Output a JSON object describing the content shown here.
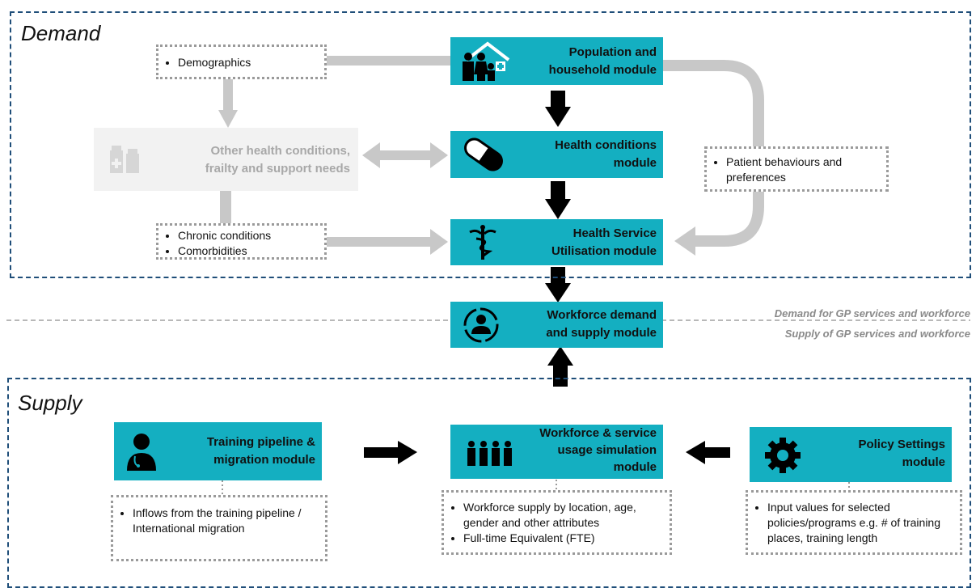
{
  "sections": {
    "demand_label": "Demand",
    "supply_label": "Supply"
  },
  "modules": {
    "population": {
      "line1": "Population and",
      "line2": "household module",
      "icon": "family-house-icon"
    },
    "health_conditions": {
      "line1": "Health conditions",
      "line2": "module",
      "icon": "pill-capsule-icon"
    },
    "utilisation": {
      "line1": "Health Service",
      "line2": "Utilisation module",
      "icon": "caduceus-icon"
    },
    "workforce_ds": {
      "line1": "Workforce demand",
      "line2": "and supply module",
      "icon": "person-cycle-icon"
    },
    "training": {
      "line1": "Training pipeline &",
      "line2": "migration module",
      "icon": "doctor-icon"
    },
    "simulation": {
      "line1": "Workforce & service",
      "line2": "usage simulation",
      "line3": "module",
      "icon": "people-group-icon"
    },
    "policy": {
      "line1": "Policy Settings",
      "line2": "module",
      "icon": "gear-icon"
    },
    "other_health": {
      "line1": "Other health conditions,",
      "line2": "frailty and support needs",
      "icon": "medicine-bottles-icon"
    }
  },
  "notes": {
    "demographics": [
      "Demographics"
    ],
    "patient_behaviours": [
      "Patient behaviours and preferences"
    ],
    "chronic": [
      "Chronic conditions",
      "Comorbidities"
    ],
    "inflows": [
      "Inflows from the training pipeline / International migration"
    ],
    "workforce_supply": [
      "Workforce supply by location, age, gender and other attributes",
      "Full-time Equivalent (FTE)"
    ],
    "input_values": [
      "Input values for selected policies/programs e.g. # of training places, training length"
    ]
  },
  "divider": {
    "demand_text": "Demand for GP services and workforce",
    "supply_text": "Supply of GP services and workforce"
  },
  "colors": {
    "module_fill": "#14afc1",
    "section_border": "#1f4e79",
    "gray_arrow": "#c8c8c8",
    "note_border": "#9a9a9a"
  }
}
